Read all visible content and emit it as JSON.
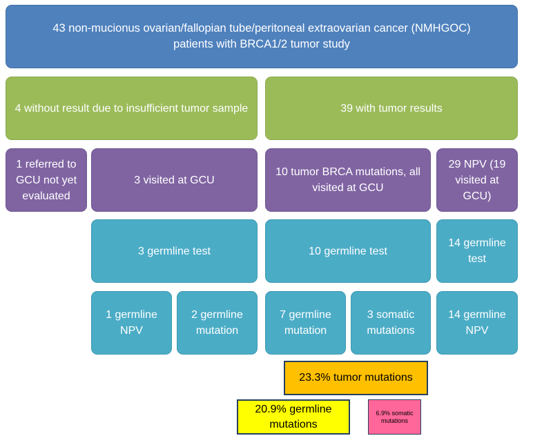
{
  "nodes": {
    "top": "43 non-mucionus ovarian/fallopian tube/peritoneal  extraovarian cancer (NMHGOC) patients with BRCA1/2 tumor study",
    "insufficient": "4 without result due to insufficient tumor sample",
    "with_results": "39 with tumor results",
    "referred": "1 referred to GCU not yet evaluated",
    "visited3": "3 visited at GCU",
    "tumor_brca": "10 tumor BRCA mutations, all visited at GCU",
    "npv29": "29 NPV (19 visited at GCU)",
    "germ3": "3 germline test",
    "germ10": "10 germline test",
    "germ14": "14 germline test",
    "germ1_npv": "1 germline NPV",
    "germ2_mut": "2 germline mutation",
    "germ7_mut": "7 germline mutation",
    "som3": "3 somatic mutations",
    "germ14_npv": "14 germline NPV",
    "tumor_pct": "23.3% tumor mutations",
    "germline_pct": "20.9% germline mutations",
    "somatic_pct": "6.9% somatic mutations"
  },
  "colors": {
    "blue": "#4f81bd",
    "green": "#9bbb59",
    "purple": "#8064a2",
    "teal": "#4bacc6",
    "orange": "#ffc000",
    "yellow": "#ffff00",
    "pink": "#ff6699"
  }
}
